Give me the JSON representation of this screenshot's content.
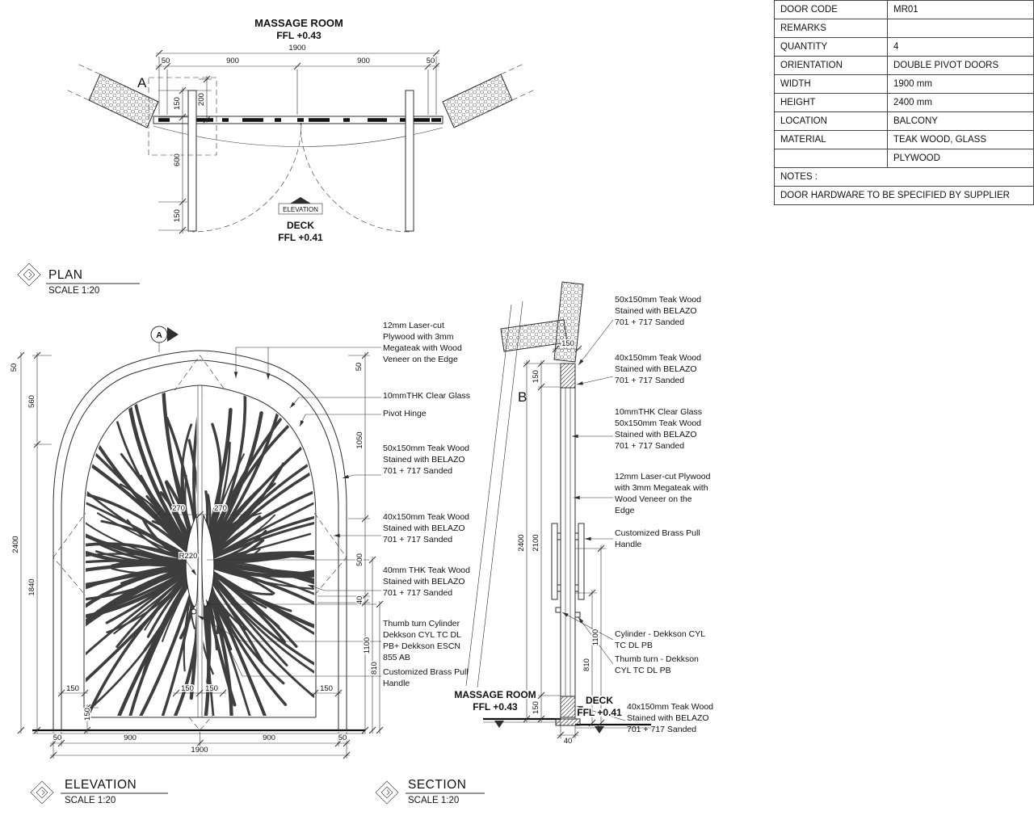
{
  "table": {
    "rows": [
      {
        "label": "DOOR CODE",
        "value": "MR01"
      },
      {
        "label": "REMARKS",
        "value": ""
      },
      {
        "label": "QUANTITY",
        "value": "4"
      },
      {
        "label": "ORIENTATION",
        "value": "DOUBLE PIVOT DOORS"
      },
      {
        "label": "WIDTH",
        "value": "1900 mm"
      },
      {
        "label": "HEIGHT",
        "value": "2400 mm"
      },
      {
        "label": "LOCATION",
        "value": "BALCONY"
      },
      {
        "label": "MATERIAL",
        "value": "TEAK WOOD, GLASS"
      },
      {
        "label": "",
        "value": "PLYWOOD"
      }
    ],
    "notes_label": "NOTES :",
    "notes_text": "DOOR HARDWARE TO BE SPECIFIED BY SUPPLIER"
  },
  "plan": {
    "title": "PLAN",
    "scale": "SCALE 1:20",
    "room": "MASSAGE ROOM",
    "room_ffl": "FFL +0.43",
    "deck": "DECK",
    "deck_ffl": "FFL +0.41",
    "elevation_tag": "ELEVATION",
    "marker": "A",
    "dims": {
      "total": "1900",
      "top": [
        "50",
        "900",
        "900",
        "50"
      ],
      "d150a": "150",
      "d200": "200",
      "d600": "600",
      "d150b": "150"
    }
  },
  "elevation": {
    "title": "ELEVATION",
    "scale": "SCALE 1:20",
    "marker": "A",
    "dims": {
      "d50l": "50",
      "d2400": "2400",
      "d560": "560",
      "d1840": "1840",
      "d50r": "50",
      "d1050": "1050",
      "d500": "500",
      "d40": "40",
      "d1100": "1100",
      "d810": "810",
      "d270a": "270",
      "d270b": "270",
      "r220": "R220",
      "bottom": [
        "50",
        "900",
        "900",
        "50"
      ],
      "total": "1900",
      "stiles": [
        "150",
        "150",
        "150",
        "150"
      ],
      "rail": "150"
    },
    "annotations": [
      "12mm Laser-cut Plywood with 3mm Megateak with Wood Veneer on the Edge",
      "10mmTHK Clear Glass",
      "Pivot Hinge",
      "50x150mm Teak Wood Stained with BELAZO 701 + 717 Sanded",
      "40x150mm Teak Wood Stained with BELAZO 701 + 717 Sanded",
      "40mm THK Teak Wood Stained with BELAZO 701 + 717 Sanded",
      "Thumb turn Cylinder Dekkson CYL TC DL PB+ Dekkson ESCN 855 AB",
      "Customized Brass Pull Handle"
    ]
  },
  "section": {
    "title": "SECTION",
    "scale": "SCALE 1:20",
    "marker": "B",
    "room": "MASSAGE ROOM",
    "room_ffl": "FFL +0.43",
    "deck": "DECK",
    "deck_ffl": "FFL +0.41",
    "dims": {
      "wall150": "150",
      "top150": "150",
      "d2400": "2400",
      "d2100": "2100",
      "d1100": "1100",
      "d810": "810",
      "bot150": "150",
      "d40": "40"
    },
    "annotations": [
      "50x150mm Teak Wood Stained with BELAZO 701 + 717 Sanded",
      "40x150mm Teak Wood Stained with BELAZO 701 + 717 Sanded",
      "10mmTHK Clear Glass 50x150mm Teak Wood Stained with BELAZO 701 + 717 Sanded",
      "12mm Laser-cut Plywood with 3mm Megateak with Wood Veneer on the Edge",
      "Customized Brass Pull Handle",
      "Cylinder - Dekkson CYL TC DL PB",
      "Thumb turn -  Dekkson CYL TC DL PB",
      "40x150mm Teak Wood Stained with BELAZO 701 + 717 Sanded"
    ]
  }
}
